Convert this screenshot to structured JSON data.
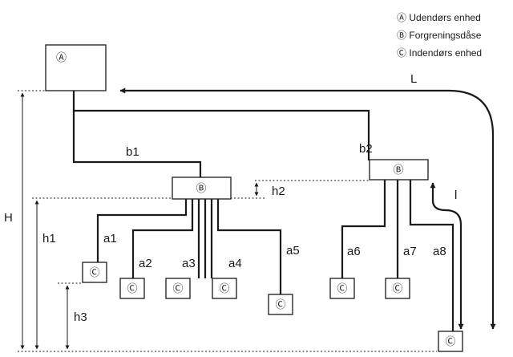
{
  "legend": [
    {
      "symbol": "Ⓐ",
      "text": "Udendørs enhed"
    },
    {
      "symbol": "Ⓑ",
      "text": "Forgreningsdåse"
    },
    {
      "symbol": "Ⓒ",
      "text": "Indendørs enhed"
    }
  ],
  "units": {
    "outdoor": "Ⓐ",
    "branch": "Ⓑ",
    "indoor": "Ⓒ"
  },
  "pipe_labels": {
    "b1": "b1",
    "b2": "b2",
    "a1": "a1",
    "a2": "a2",
    "a3": "a3",
    "a4": "a4",
    "a5": "a5",
    "a6": "a6",
    "a7": "a7",
    "a8": "a8"
  },
  "dimension_labels": {
    "L": "L",
    "l": "l",
    "H": "H",
    "h1": "h1",
    "h2": "h2",
    "h3": "h3"
  }
}
